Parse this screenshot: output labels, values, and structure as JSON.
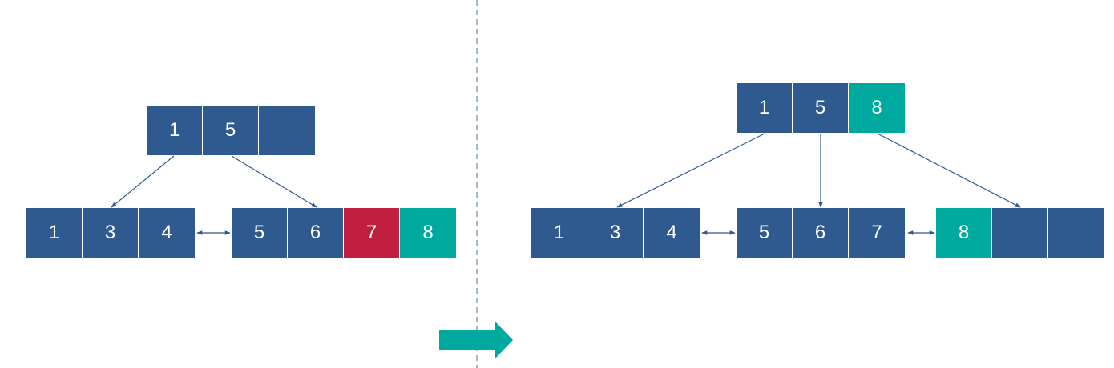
{
  "colors": {
    "node": "#2f5a8f",
    "highlight_red": "#c0203d",
    "highlight_teal": "#00a99d",
    "edge": "#2f5a8f",
    "divider": "#6d8aa6"
  },
  "before": {
    "root": [
      "1",
      "5",
      ""
    ],
    "leaf_left": [
      "1",
      "3",
      "4"
    ],
    "leaf_right": [
      "5",
      "6",
      "7",
      "8"
    ]
  },
  "after": {
    "root": [
      "1",
      "5",
      "8"
    ],
    "leaf_left": [
      "1",
      "3",
      "4"
    ],
    "leaf_mid": [
      "5",
      "6",
      "7"
    ],
    "leaf_right": [
      "8",
      "",
      ""
    ]
  },
  "transition_arrow_icon": "right-arrow-icon"
}
